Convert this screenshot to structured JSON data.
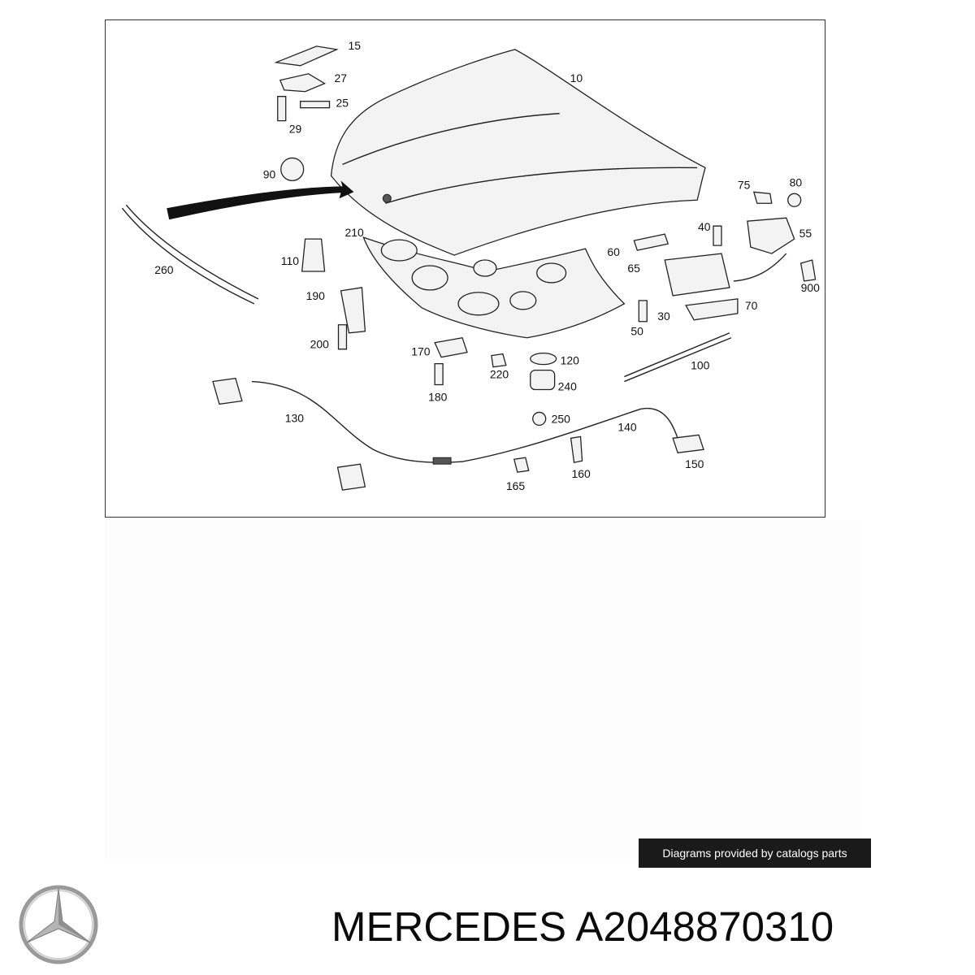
{
  "diagram": {
    "callouts": {
      "c15": "15",
      "c27": "27",
      "c25": "25",
      "c29": "29",
      "c10": "10",
      "c90": "90",
      "c75": "75",
      "c80": "80",
      "c260": "260",
      "c210": "210",
      "c110": "110",
      "c40": "40",
      "c55": "55",
      "c60": "60",
      "c65": "65",
      "c900": "900",
      "c190": "190",
      "c70": "70",
      "c30": "30",
      "c50": "50",
      "c200": "200",
      "c170": "170",
      "c120": "120",
      "c100": "100",
      "c220": "220",
      "c240": "240",
      "c180": "180",
      "c130": "130",
      "c250": "250",
      "c140": "140",
      "c150": "150",
      "c160": "160",
      "c165": "165"
    }
  },
  "credit_text": "Diagrams provided by catalogs parts",
  "title": "MERCEDES A2048870310",
  "colors": {
    "credit_bg": "#1a1a1a",
    "credit_fg": "#ffffff",
    "line": "#222222"
  }
}
